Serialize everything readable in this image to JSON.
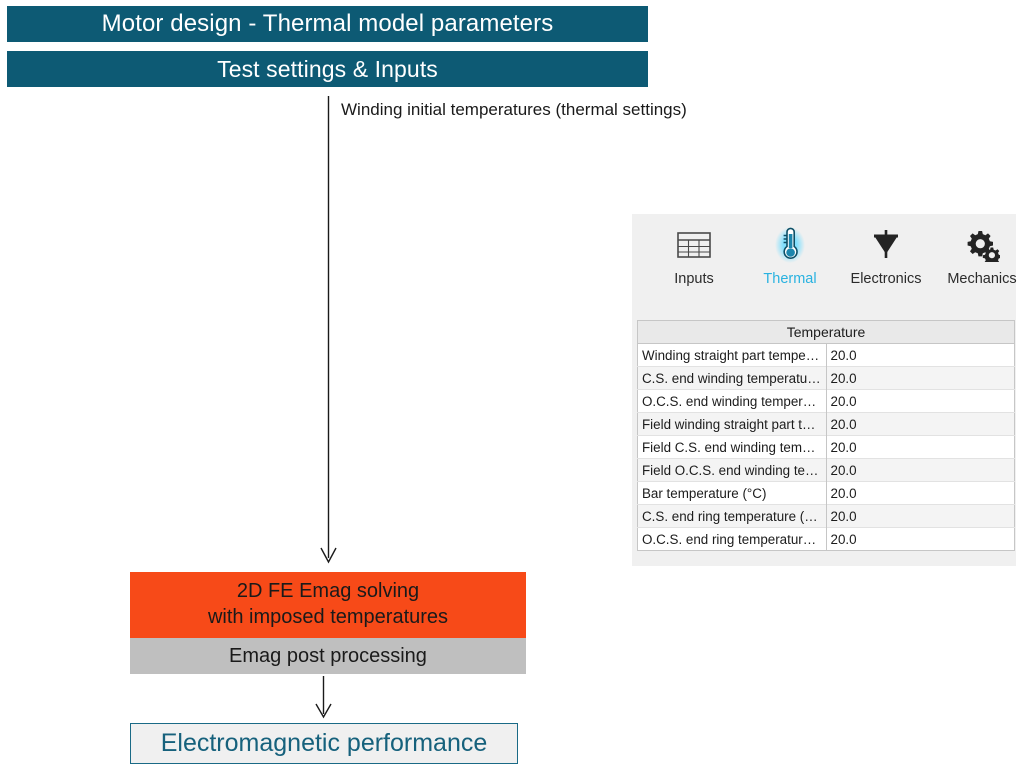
{
  "header": {
    "title": "Motor design - Thermal model parameters",
    "subtitle": "Test settings & Inputs",
    "bar_color": "#0d5a74"
  },
  "annotation": {
    "label": "Winding initial temperatures (thermal settings)"
  },
  "flow": {
    "solve_line1": "2D FE Emag solving",
    "solve_line2": "with imposed temperatures",
    "solve_color": "#f74a18",
    "post_label": "Emag post processing",
    "post_color": "#bfbfbf",
    "result_label": "Electromagnetic performance",
    "result_color": "#16617c"
  },
  "panel": {
    "toolbar": {
      "items": [
        {
          "label": "Inputs",
          "icon": "table-grid-icon",
          "active": false
        },
        {
          "label": "Thermal",
          "icon": "thermometer-icon",
          "active": true
        },
        {
          "label": "Electronics",
          "icon": "diode-icon",
          "active": false
        },
        {
          "label": "Mechanics",
          "icon": "gears-icon",
          "active": false
        }
      ],
      "active_color": "#29b2e0"
    },
    "table": {
      "header": "Temperature",
      "rows": [
        {
          "label": "Winding straight part temperature (...",
          "value": "20.0"
        },
        {
          "label": "C.S. end winding temperature (°C)",
          "value": "20.0"
        },
        {
          "label": "O.C.S. end winding temperature (°C)",
          "value": "20.0"
        },
        {
          "label": "Field winding straight part temperat...",
          "value": "20.0"
        },
        {
          "label": "Field C.S. end winding temperature ...",
          "value": "20.0"
        },
        {
          "label": "Field O.C.S. end winding temperatu...",
          "value": "20.0"
        },
        {
          "label": "Bar temperature (°C)",
          "value": "20.0"
        },
        {
          "label": "C.S. end ring temperature (°C)",
          "value": "20.0"
        },
        {
          "label": "O.C.S. end ring temperature (°C)",
          "value": "20.0"
        }
      ]
    }
  }
}
